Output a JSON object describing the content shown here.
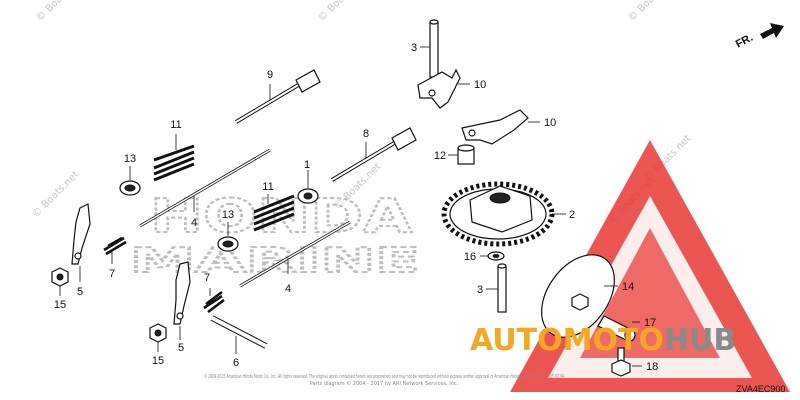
{
  "diagram": {
    "direction_label": "FR.",
    "diagram_code": "ZVA4EC900",
    "brand_watermark_lines": [
      "HONDA",
      "MARINE"
    ],
    "copyright_line_1": "© 2009-2025 American Honda Motor Co., Inc. All rights reserved. The original works contained herein are proprietary and may not be reproduced without express written approval of American Honda Motor Co., Inc. 2025.07.04",
    "copyright_line_2": "Parts diagram © 2004 - 2017 by ARI Network Services, Inc.",
    "site_watermarks": [
      "© Boats.net",
      "© Boats.net",
      "© Boats.net",
      "© Boats.net",
      "© Boats.net",
      "© Boats.net",
      "© Boats.net"
    ],
    "logo": {
      "auto": "AUTO",
      "moto": "MOTO",
      "hub": "HUB",
      "color_orange": "#f5a623",
      "color_gray": "#8a8a8a",
      "color_red": "#e8312b"
    },
    "callouts": [
      "1",
      "2",
      "3",
      "3",
      "4",
      "4",
      "5",
      "5",
      "6",
      "7",
      "7",
      "8",
      "9",
      "10",
      "10",
      "11",
      "11",
      "12",
      "13",
      "13",
      "14",
      "15",
      "15",
      "16",
      "17",
      "18"
    ]
  }
}
